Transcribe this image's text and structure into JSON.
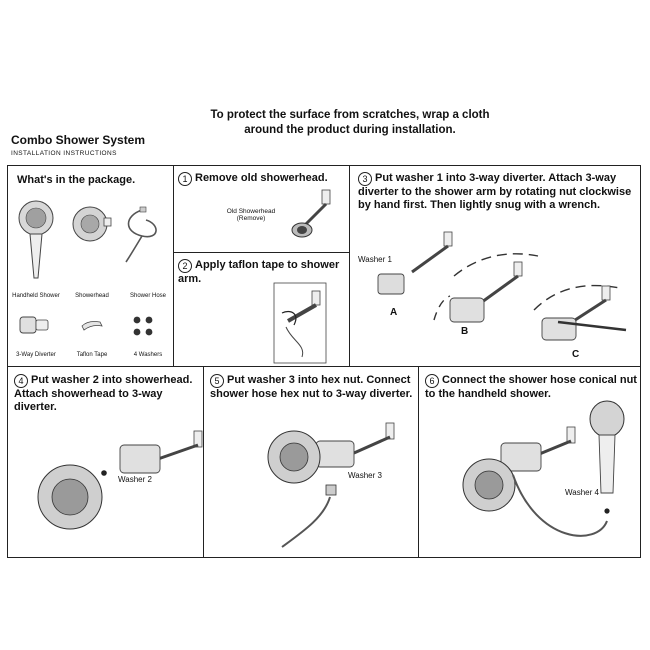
{
  "top_note": "To protect the surface from scratches, wrap a cloth around the product during installation.",
  "doc_title": "Combo Shower System",
  "doc_subtitle": "INSTALLATION INSTRUCTIONS",
  "package": {
    "heading": "What's in the package.",
    "items": [
      "Handheld Shower",
      "Showerhead",
      "Shower Hose",
      "3-Way Diverter",
      "Taflon Tape",
      "4 Washers"
    ]
  },
  "steps": [
    {
      "num": "1",
      "text": "Remove old showerhead.",
      "callout": "Old Showerhead\n(Remove)"
    },
    {
      "num": "2",
      "text": "Apply taflon tape to shower arm."
    },
    {
      "num": "3",
      "text": "Put washer 1 into 3-way diverter. Attach 3-way diverter to the shower arm by rotating nut clockwise by hand first. Then lightly snug with a wrench.",
      "callout": "Washer 1",
      "letters": [
        "A",
        "B",
        "C"
      ]
    },
    {
      "num": "4",
      "text": "Put washer 2 into showerhead. Attach showerhead to 3-way diverter.",
      "callout": "Washer 2"
    },
    {
      "num": "5",
      "text": "Put washer 3 into hex nut. Connect shower hose hex nut to 3-way diverter.",
      "callout": "Washer 3"
    },
    {
      "num": "6",
      "text": "Connect the shower hose conical nut to the handheld shower.",
      "callout": "Washer 4"
    }
  ]
}
